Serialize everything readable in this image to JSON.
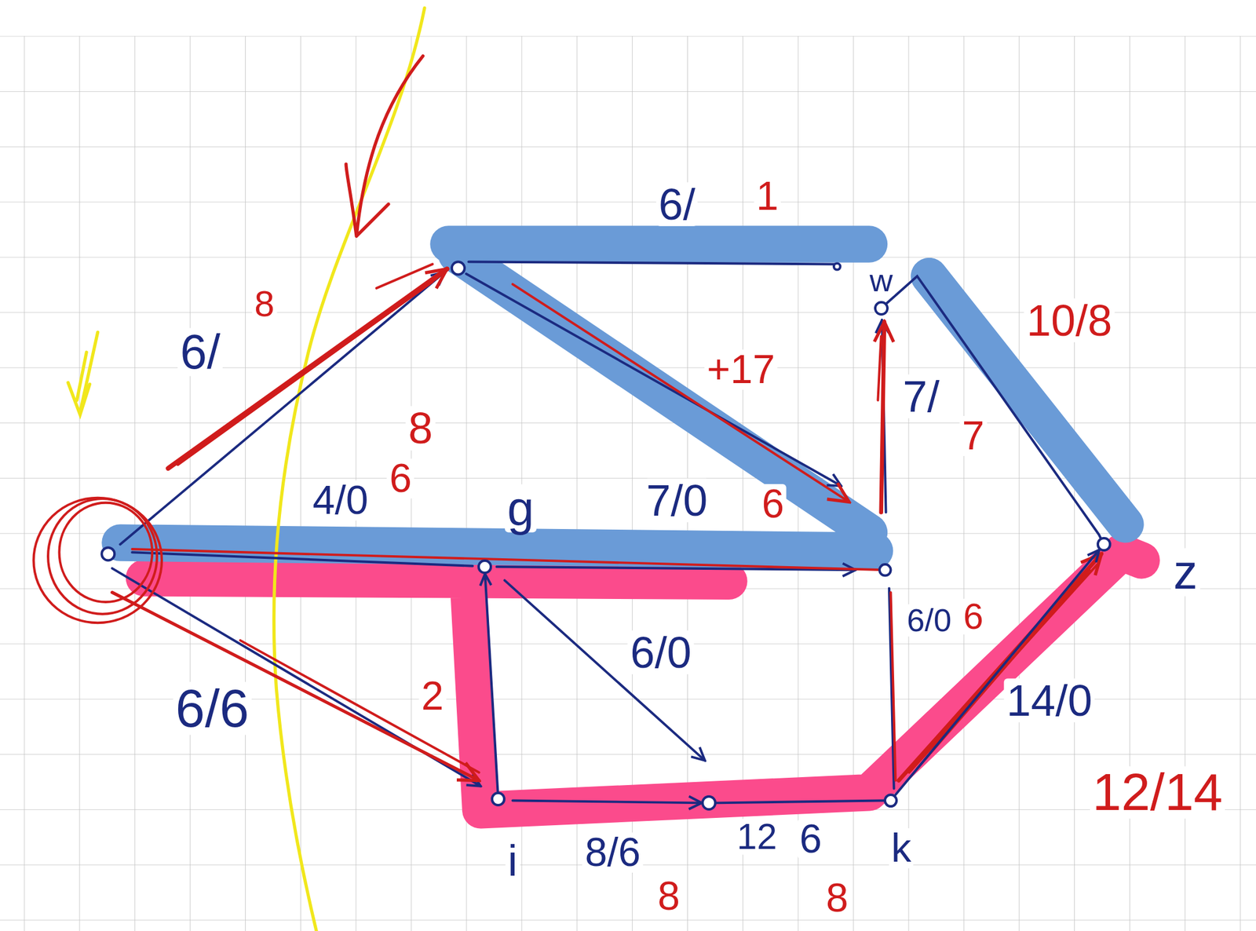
{
  "diagram": {
    "nodes": [
      {
        "text": [
          "w"
        ]
      },
      {
        "text": [
          "g"
        ]
      },
      {
        "text": [
          "z"
        ]
      },
      {
        "text": [
          "i"
        ]
      },
      {
        "text": [
          "k"
        ]
      }
    ],
    "edges": [
      {
        "from": 3,
        "to": 1,
        "arrow": "to",
        "label": "2"
      },
      {
        "from": 0,
        "to": 2,
        "arrow": "none",
        "label": "10/8"
      },
      {
        "from": 4,
        "to": 2,
        "arrow": "to",
        "label": "14/0"
      }
    ],
    "labels": [
      "6/",
      "8",
      "6/",
      "1",
      "+17",
      "4/0",
      "6",
      "8",
      "7/0",
      "6",
      "7/",
      "7",
      "6/0",
      "6",
      "6/6",
      "6/0",
      "8/6",
      "8",
      "12",
      "6",
      "8",
      "12/14"
    ]
  }
}
